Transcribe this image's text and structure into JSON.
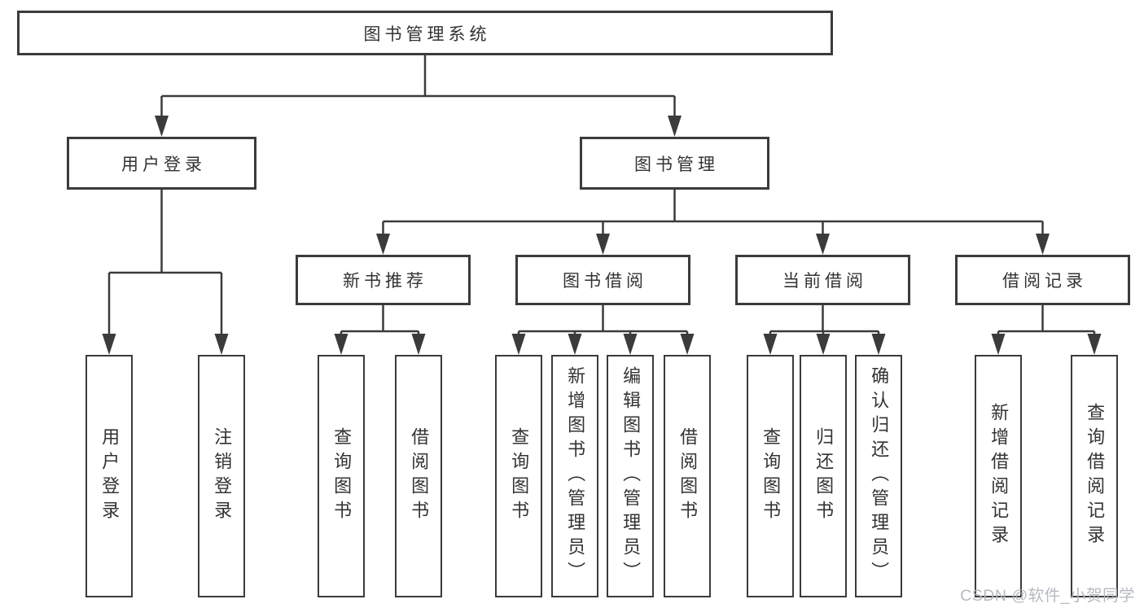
{
  "tree": {
    "root": {
      "label": "图书管理系统"
    },
    "branches": [
      {
        "label": "用户登录",
        "children": [
          {
            "label": "用户登录"
          },
          {
            "label": "注销登录"
          }
        ]
      },
      {
        "label": "图书管理",
        "children": [
          {
            "label": "新书推荐",
            "children": [
              {
                "label": "查询图书"
              },
              {
                "label": "借阅图书"
              }
            ]
          },
          {
            "label": "图书借阅",
            "children": [
              {
                "label": "查询图书"
              },
              {
                "label": "新增图书（管理员）"
              },
              {
                "label": "编辑图书（管理员）"
              },
              {
                "label": "借阅图书"
              }
            ]
          },
          {
            "label": "当前借阅",
            "children": [
              {
                "label": "查询图书"
              },
              {
                "label": "归还图书"
              },
              {
                "label": "确认归还（管理员）"
              }
            ]
          },
          {
            "label": "借阅记录",
            "children": [
              {
                "label": "新增借阅记录"
              },
              {
                "label": "查询借阅记录"
              }
            ]
          }
        ]
      }
    ]
  },
  "watermark": {
    "text": "CSDN @软件_小贺同学"
  },
  "colors": {
    "line": "#3b3b3b",
    "text": "#333333",
    "background": "#ffffff",
    "watermark": "#b2b6bc"
  }
}
